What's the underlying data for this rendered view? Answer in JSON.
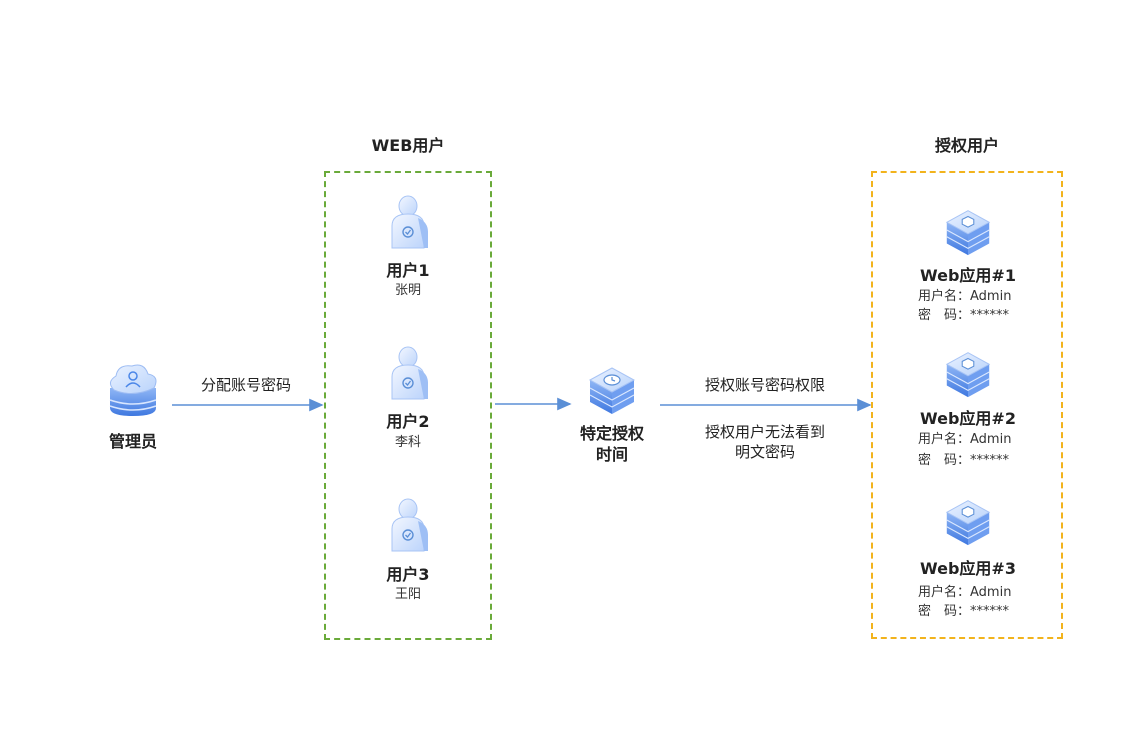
{
  "admin": {
    "label": "管理员"
  },
  "edges": {
    "assign": "分配账号密码",
    "grant_line1": "授权账号密码权限",
    "grant_line2": "授权用户无法看到",
    "grant_line3": "明文密码"
  },
  "web_users": {
    "title": "WEB用户",
    "items": [
      {
        "label": "用户1",
        "name": "张明"
      },
      {
        "label": "用户2",
        "name": "李科"
      },
      {
        "label": "用户3",
        "name": "王阳"
      }
    ]
  },
  "timer": {
    "line1": "特定授权",
    "line2": "时间"
  },
  "authorized": {
    "title": "授权用户",
    "items": [
      {
        "label": "Web应用#1",
        "user_key": "用户名：",
        "user_val": "Admin",
        "pwd_key": "密　码：",
        "pwd_val": "******"
      },
      {
        "label": "Web应用#2",
        "user_key": "用户名：",
        "user_val": "Admin",
        "pwd_key": "密　码：",
        "pwd_val": "******"
      },
      {
        "label": "Web应用#3",
        "user_key": "用户名：",
        "user_val": "Admin",
        "pwd_key": "密　码：",
        "pwd_val": "******"
      }
    ]
  },
  "colors": {
    "arrow": "#5b8fd6",
    "green_box": "#6aaa3a",
    "yellow_box": "#f2b31c",
    "icon_blue": "#4a86e8"
  }
}
